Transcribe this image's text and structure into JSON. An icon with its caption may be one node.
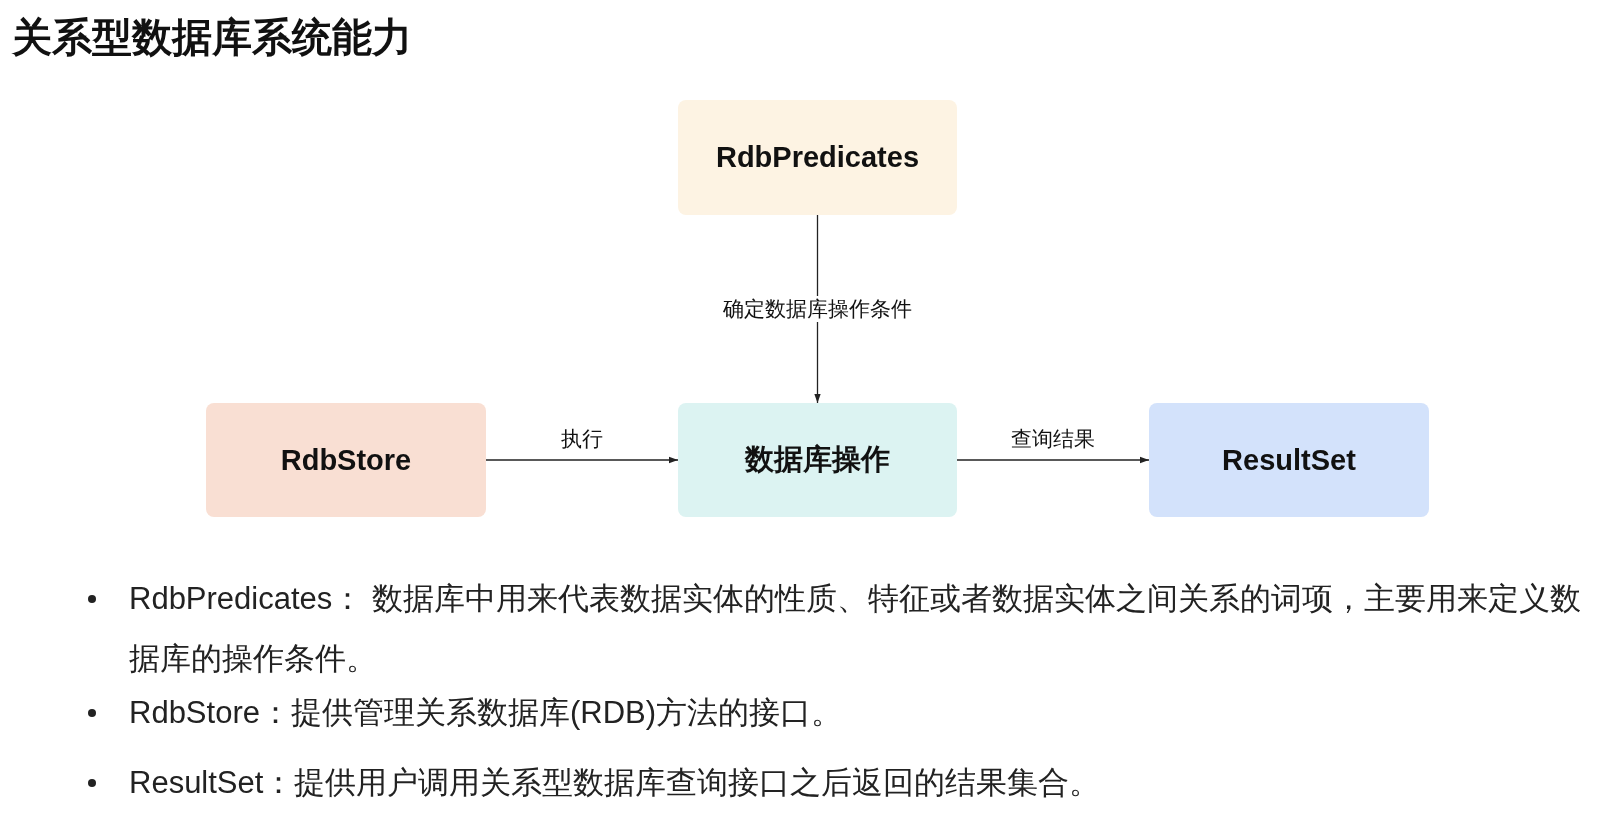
{
  "diagram": {
    "title": "关系型数据库系统能力",
    "nodes": [
      {
        "text": [
          "RdbPredicates"
        ]
      },
      {
        "text": [
          "RdbStore"
        ]
      },
      {
        "text": [
          "数据库操作"
        ]
      },
      {
        "text": [
          "ResultSet"
        ]
      }
    ],
    "edges": [
      {
        "from": 0,
        "to": 2,
        "arrow": "to",
        "label": "确定数据库操作条件"
      },
      {
        "from": 1,
        "to": 2,
        "arrow": "to",
        "label": "执行"
      },
      {
        "from": 2,
        "to": 3,
        "arrow": "to",
        "label": "查询结果"
      }
    ],
    "labels": [
      "RdbPredicates： 数据库中用来代表数据实体的性质、特征或者数据实体之间关系的词项，主要用来定义数据库的操作条件。",
      "RdbStore：提供管理关系数据库(RDB)方法的接口。",
      "ResultSet：提供用户调用关系型数据库查询接口之后返回的结果集合。"
    ]
  }
}
